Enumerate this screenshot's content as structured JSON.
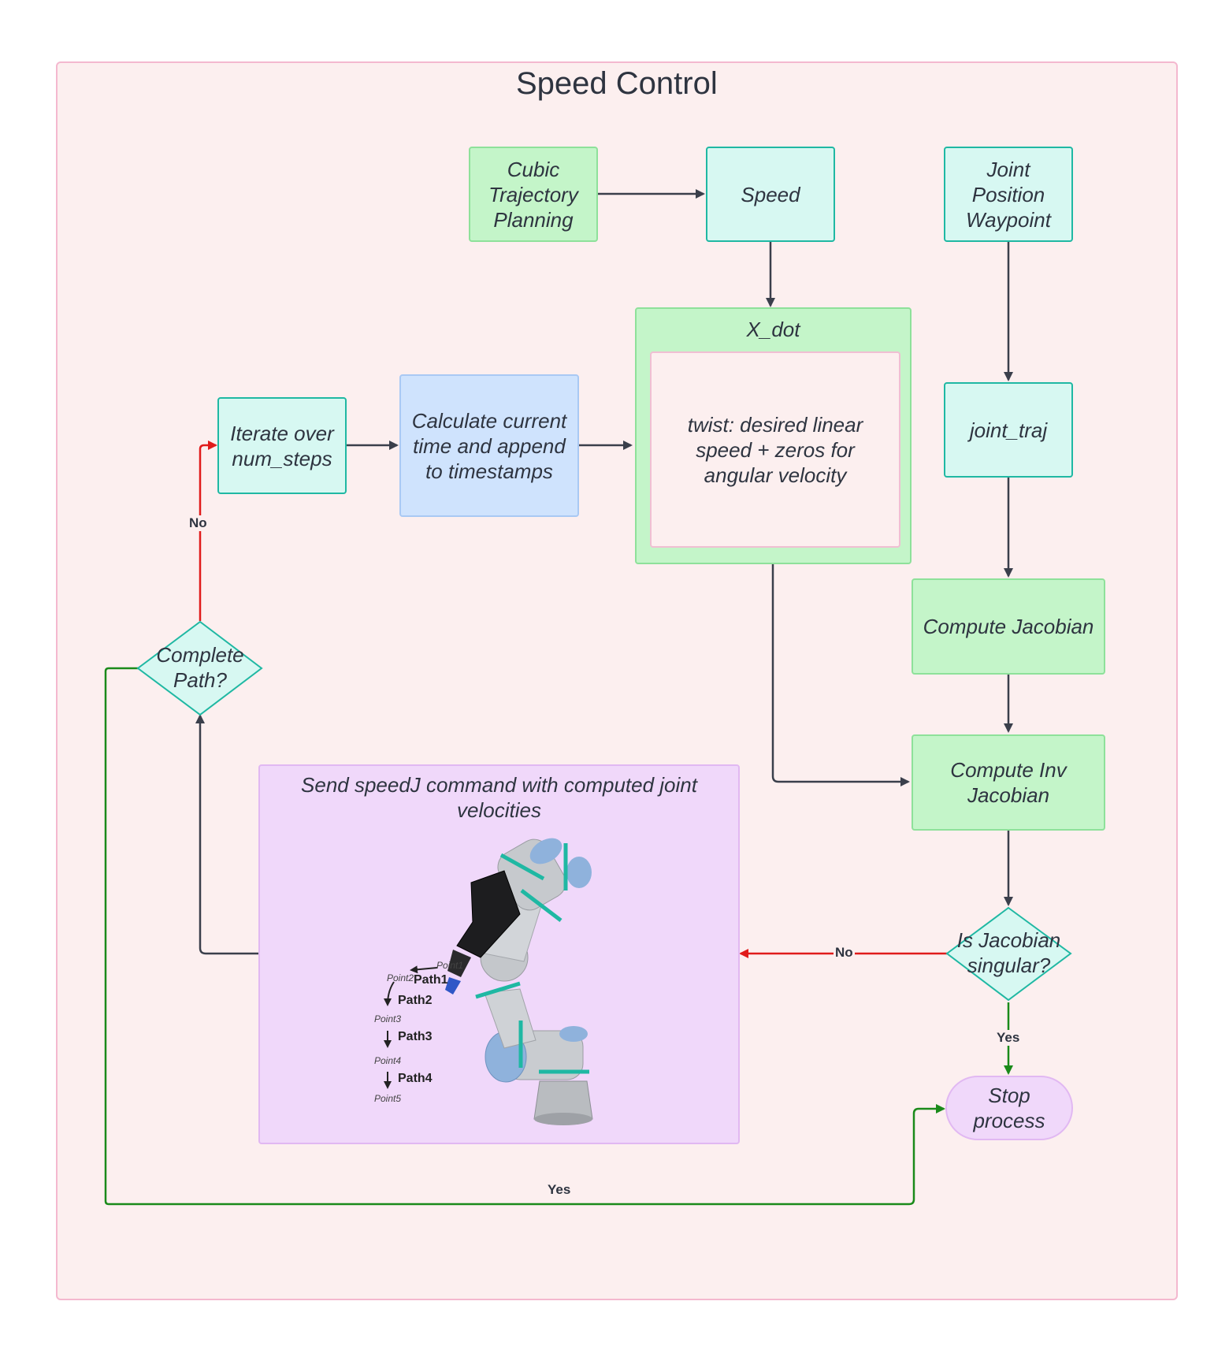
{
  "title": "Speed Control",
  "nodes": {
    "cubic": "Cubic Trajectory Planning",
    "speed": "Speed",
    "joint_waypoint": "Joint Position Waypoint",
    "x_dot": "X_dot",
    "twist": "twist: desired linear speed + zeros for angular velocity",
    "iterate": "Iterate over num_steps",
    "calc_time": "Calculate current time and append to timestamps",
    "joint_traj": "joint_traj",
    "compute_jacobian": "Compute Jacobian",
    "compute_inv_jacobian": "Compute Inv Jacobian",
    "complete_path": "Complete Path?",
    "send_speedj": "Send speedJ command with computed joint velocities",
    "is_singular": "Is Jacobian singular?",
    "stop": "Stop process"
  },
  "edge_labels": {
    "no_top": "No",
    "no_mid": "No",
    "yes_right": "Yes",
    "yes_bottom": "Yes"
  },
  "robot_image": {
    "paths": [
      "Path1",
      "Path2",
      "Path3",
      "Path4"
    ],
    "points": [
      "Point1",
      "Point2",
      "Point3",
      "Point4",
      "Point5"
    ]
  },
  "colors": {
    "teal_fill": "#d7f8f2",
    "teal_border": "#1fb8a3",
    "green_fill": "#c4f5c9",
    "blue_fill": "#cfe3fd",
    "purple_fill": "#f0d8fa",
    "container_fill": "#fcefef",
    "arrow_dark": "#3a3f4b",
    "arrow_red": "#e01b1b",
    "arrow_green": "#1a8a1a"
  }
}
